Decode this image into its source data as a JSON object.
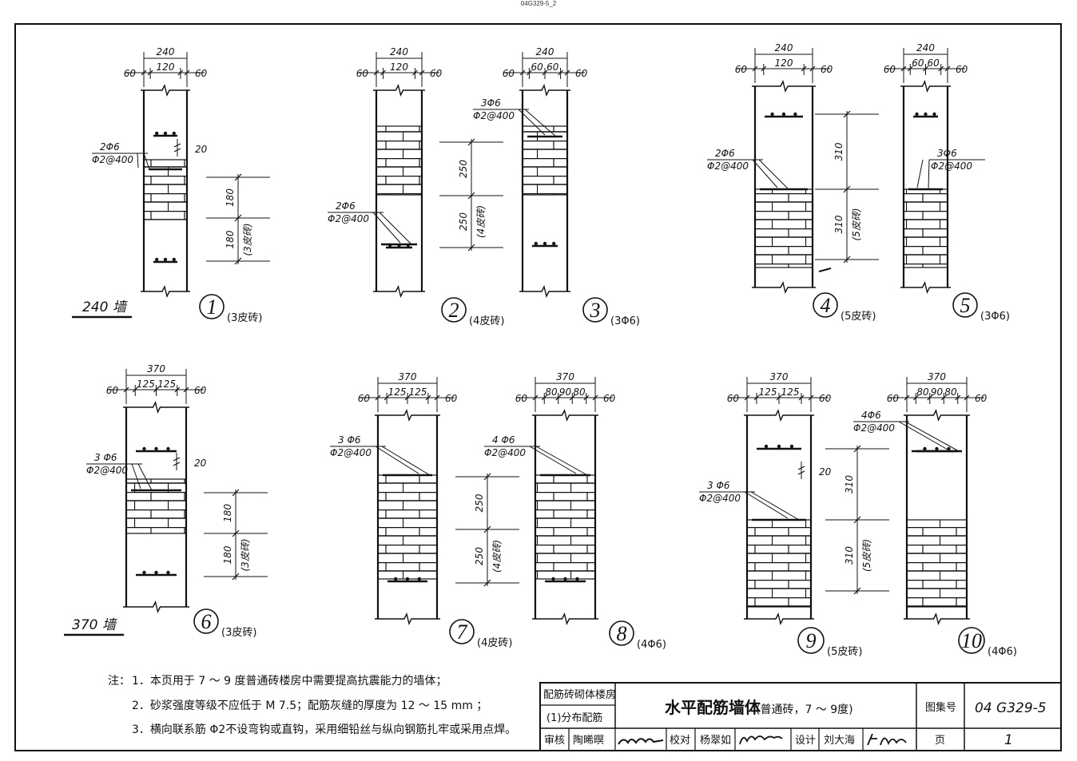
{
  "header": {
    "caption": "04G329-5_2"
  },
  "details": [
    {
      "no": "1",
      "desc": "(3皮砖)",
      "top_total": "240",
      "top_side": "60",
      "top_mid": [
        "120"
      ],
      "rebar": "2Φ6",
      "tie": "Φ2@400",
      "gap": "20",
      "spacing": [
        "180",
        "180"
      ],
      "spacing_note": "(3皮砖)"
    },
    {
      "no": "2",
      "desc": "(4皮砖)",
      "top_total": "240",
      "top_side": "60",
      "top_mid": [
        "120"
      ],
      "rebar": "2Φ6",
      "tie": "Φ2@400",
      "spacing": [
        "250",
        "250"
      ],
      "spacing_note": "(4皮砖)"
    },
    {
      "no": "3",
      "desc": "(3Φ6)",
      "top_total": "240",
      "top_side": "60",
      "top_mid": [
        "60",
        "60"
      ],
      "rebar": "3Φ6",
      "tie": "Φ2@400"
    },
    {
      "no": "4",
      "desc": "(5皮砖)",
      "top_total": "240",
      "top_side": "60",
      "top_mid": [
        "120"
      ],
      "rebar": "2Φ6",
      "tie": "Φ2@400",
      "spacing": [
        "310",
        "310"
      ],
      "spacing_note": "(5皮砖)"
    },
    {
      "no": "5",
      "desc": "(3Φ6)",
      "top_total": "240",
      "top_side": "60",
      "top_mid": [
        "60",
        "60"
      ],
      "rebar": "3Φ6",
      "tie": "Φ2@400"
    },
    {
      "no": "6",
      "desc": "(3皮砖)",
      "top_total": "370",
      "top_side": "60",
      "top_mid": [
        "125",
        "125"
      ],
      "rebar": "3 Φ6",
      "tie": "Φ2@400",
      "gap": "20",
      "spacing": [
        "180",
        "180"
      ],
      "spacing_note": "(3皮砖)"
    },
    {
      "no": "7",
      "desc": "(4皮砖)",
      "top_total": "370",
      "top_side": "60",
      "top_mid": [
        "125",
        "125"
      ],
      "rebar": "3 Φ6",
      "tie": "Φ2@400",
      "spacing": [
        "250",
        "250"
      ],
      "spacing_note": "(4皮砖)"
    },
    {
      "no": "8",
      "desc": "(4Φ6)",
      "top_total": "370",
      "top_side": "60",
      "top_mid": [
        "80",
        "90",
        "80"
      ],
      "rebar": "4 Φ6",
      "tie": "Φ2@400"
    },
    {
      "no": "9",
      "desc": "(5皮砖)",
      "top_total": "370",
      "top_side": "60",
      "top_mid": [
        "125",
        "125"
      ],
      "rebar": "3 Φ6",
      "tie": "Φ2@400",
      "gap": "20",
      "spacing": [
        "310",
        "310"
      ],
      "spacing_note": "(5皮砖)"
    },
    {
      "no": "10",
      "desc": "(4Φ6)",
      "top_total": "370",
      "top_side": "60",
      "top_mid": [
        "80",
        "90",
        "80"
      ],
      "rebar": "4Φ6",
      "tie": "Φ2@400"
    }
  ],
  "wall_labels": {
    "w240": "240 墙",
    "w370": "370 墙"
  },
  "notes": {
    "prefix": "注：",
    "n1": "1．本页用于 7 ～ 9 度普通砖楼房中需要提高抗震能力的墙体；",
    "n2": "2．砂浆强度等级不应低于 M 7.5；配筋灰缝的厚度为 12 ～ 15 mm ；",
    "n3": "3．横向联系筋 Φ2不设弯钩或直钩，采用细铅丝与纵向钢筋扎牢或采用点焊。"
  },
  "title_block": {
    "category": "配筋砖砌体楼房",
    "section": "(1)分布配筋",
    "title": "水平配筋墙体",
    "title_note": "(普通砖，7 ～ 9度)",
    "atlas_label": "图集号",
    "atlas_no": "04 G329-5",
    "review_label": "审核",
    "reviewer": "陶晞暝",
    "check_label": "校对",
    "checker": "杨翠如",
    "design_label": "设计",
    "designer": "刘大海",
    "page_label": "页",
    "page_no": "1"
  }
}
